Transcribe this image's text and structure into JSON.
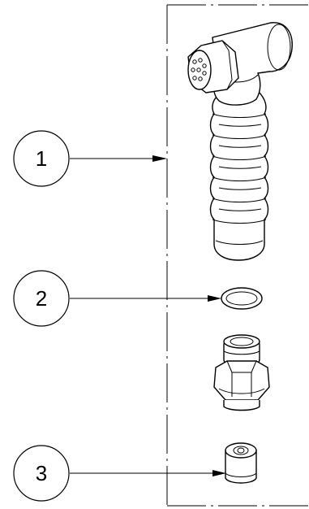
{
  "callouts": [
    {
      "label": "1"
    },
    {
      "label": "2"
    },
    {
      "label": "3"
    }
  ],
  "parts": {
    "part_1": "right-angle-connector-with-ribbed-boot",
    "part_2": "o-ring",
    "part_3": "bushing-insert"
  },
  "colors": {
    "line": "#000000",
    "background": "#ffffff"
  }
}
